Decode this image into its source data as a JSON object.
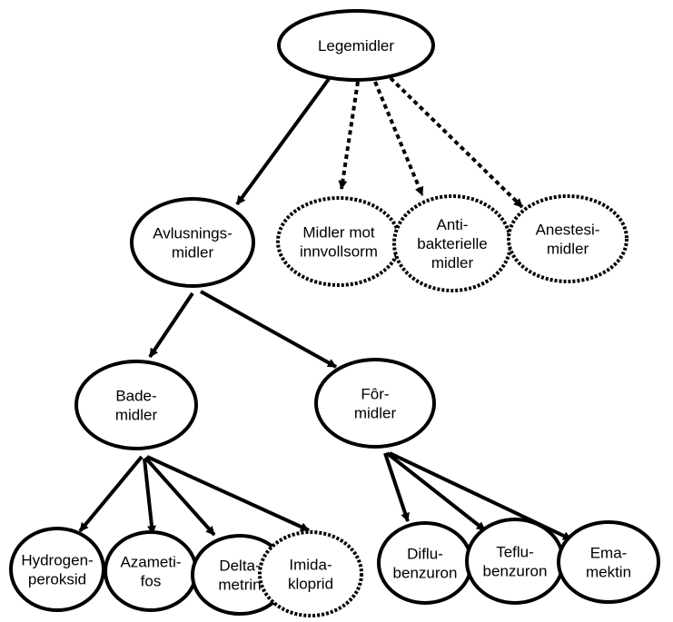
{
  "nodes": {
    "legemidler": [
      "Legemidler"
    ],
    "avlusningsmidler": [
      "Avlusnings-",
      "midler"
    ],
    "midler_mot_innvollsorm": [
      "Midler mot",
      "innvollsorm"
    ],
    "antibakterielle_midler": [
      "Anti-",
      "bakterielle",
      "midler"
    ],
    "anestesimidler": [
      "Anestesi-",
      "midler"
    ],
    "bademidler": [
      "Bade-",
      "midler"
    ],
    "formidler": [
      "Fôr-",
      "midler"
    ],
    "hydrogenperoksid": [
      "Hydrogen-",
      "peroksid"
    ],
    "azametifos": [
      "Azameti-",
      "fos"
    ],
    "deltametrin": [
      "Delta-",
      "metrin"
    ],
    "imidakloprid": [
      "Imida-",
      "kloprid"
    ],
    "diflubenzuron": [
      "Diflu-",
      "benzuron"
    ],
    "teflubenzuron": [
      "Teflu-",
      "benzuron"
    ],
    "emamektin": [
      "Ema-",
      "mektin"
    ]
  },
  "dashed_nodes": [
    "midler_mot_innvollsorm",
    "antibakterielle_midler",
    "anestesimidler",
    "imidakloprid"
  ],
  "edges": [
    {
      "from": "legemidler",
      "to": "avlusningsmidler",
      "style": "solid"
    },
    {
      "from": "legemidler",
      "to": "midler_mot_innvollsorm",
      "style": "dashed"
    },
    {
      "from": "legemidler",
      "to": "antibakterielle_midler",
      "style": "dashed"
    },
    {
      "from": "legemidler",
      "to": "anestesimidler",
      "style": "dashed"
    },
    {
      "from": "avlusningsmidler",
      "to": "bademidler",
      "style": "solid"
    },
    {
      "from": "avlusningsmidler",
      "to": "formidler",
      "style": "solid"
    },
    {
      "from": "bademidler",
      "to": "hydrogenperoksid",
      "style": "solid"
    },
    {
      "from": "bademidler",
      "to": "azametifos",
      "style": "solid"
    },
    {
      "from": "bademidler",
      "to": "deltametrin",
      "style": "solid"
    },
    {
      "from": "bademidler",
      "to": "imidakloprid",
      "style": "solid"
    },
    {
      "from": "formidler",
      "to": "diflubenzuron",
      "style": "solid"
    },
    {
      "from": "formidler",
      "to": "teflubenzuron",
      "style": "solid"
    },
    {
      "from": "formidler",
      "to": "emamektin",
      "style": "solid"
    }
  ],
  "colors": {
    "stroke": "#000000",
    "fill": "#ffffff",
    "text": "#000000"
  }
}
